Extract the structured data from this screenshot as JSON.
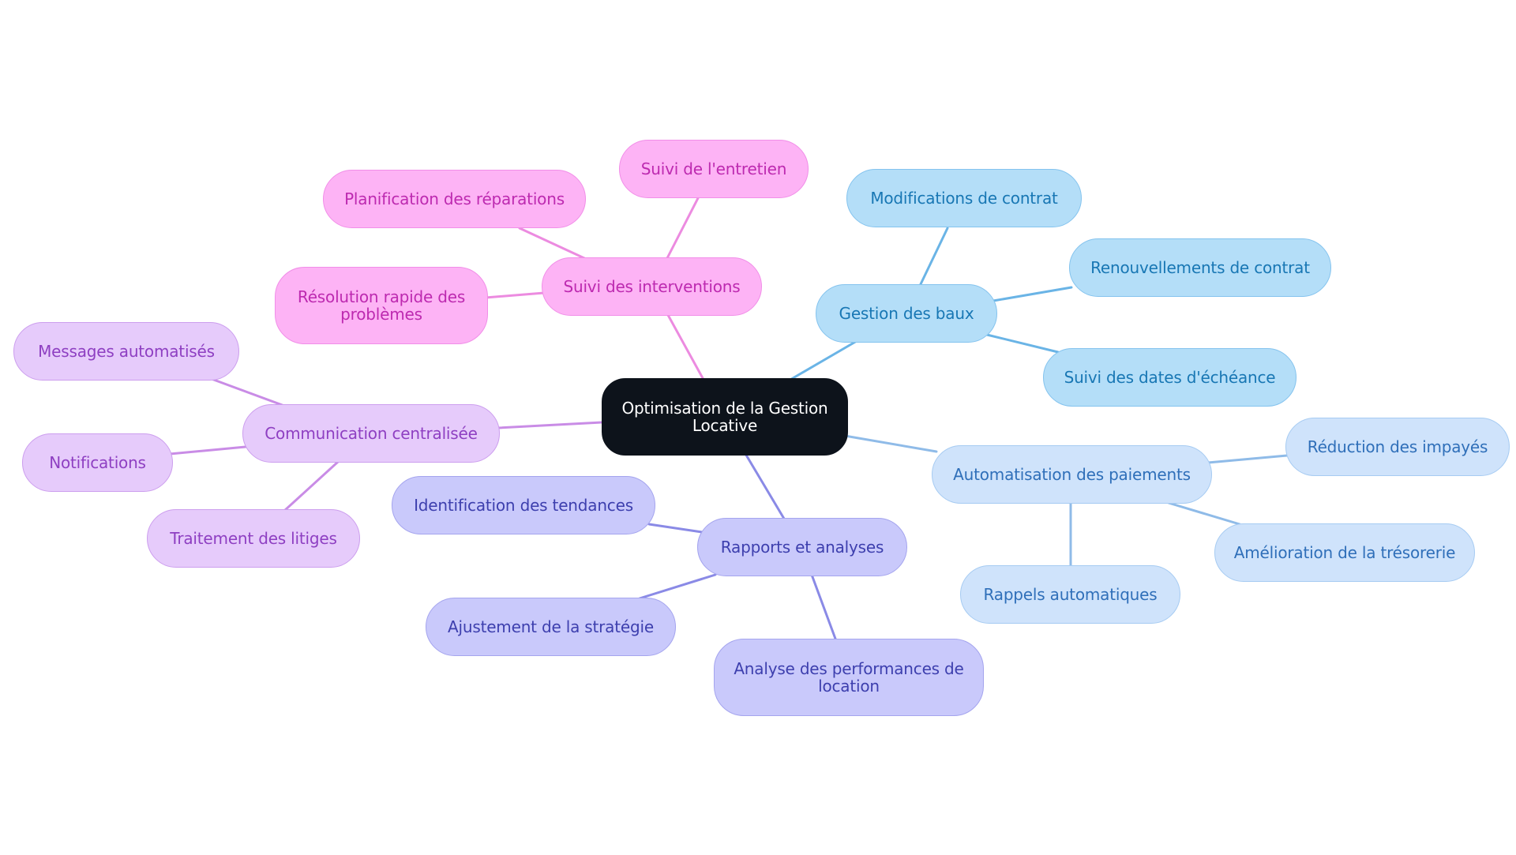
{
  "root": {
    "label": "Optimisation de la Gestion Locative"
  },
  "colors": {
    "gestion": "#6ab4e6",
    "paiements": "#8fbbe8",
    "rapports": "#8a8ae6",
    "communication": "#c98ce6",
    "interventions": "#ec8be0"
  },
  "branches": {
    "gestion": {
      "label": "Gestion des baux",
      "children": [
        "Modifications de contrat",
        "Renouvellements de contrat",
        "Suivi des dates d'échéance"
      ]
    },
    "paiements": {
      "label": "Automatisation des paiements",
      "children": [
        "Réduction des impayés",
        "Amélioration de la trésorerie",
        "Rappels automatiques"
      ]
    },
    "rapports": {
      "label": "Rapports et analyses",
      "children": [
        "Identification des tendances",
        "Ajustement de la stratégie",
        "Analyse des performances de location"
      ]
    },
    "communication": {
      "label": "Communication centralisée",
      "children": [
        "Messages automatisés",
        "Notifications",
        "Traitement des litiges"
      ]
    },
    "interventions": {
      "label": "Suivi des interventions",
      "children": [
        "Planification des réparations",
        "Suivi de l'entretien",
        "Résolution rapide des problèmes"
      ]
    }
  }
}
